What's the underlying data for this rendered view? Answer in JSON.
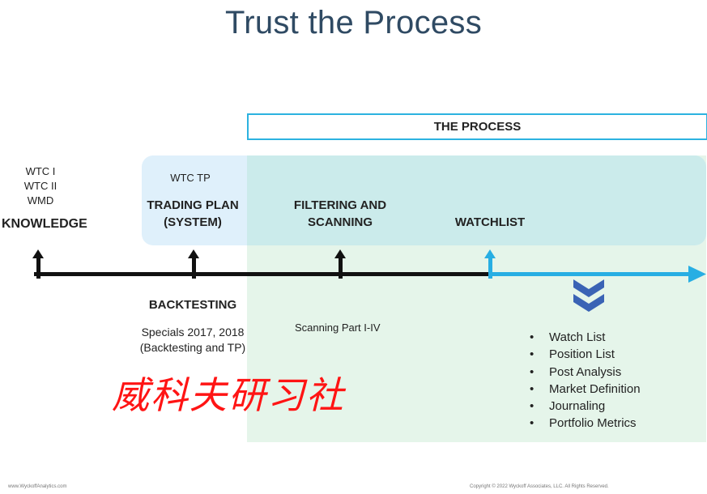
{
  "title": "Trust the Process",
  "process_header": "THE PROCESS",
  "knowledge": {
    "courses": [
      "WTC I",
      "WTC II",
      "WMD"
    ],
    "label": "KNOWLEDGE"
  },
  "trading_plan": {
    "course": "WTC TP",
    "label_line1": "TRADING PLAN",
    "label_line2": "(SYSTEM)"
  },
  "filtering": {
    "label_line1": "FILTERING AND",
    "label_line2": "SCANNING"
  },
  "watchlist": {
    "label": "WATCHLIST"
  },
  "backtesting": {
    "label": "BACKTESTING",
    "detail_line1": "Specials 2017, 2018",
    "detail_line2": "(Backtesting and TP)"
  },
  "scanning": {
    "detail": "Scanning Part I-IV"
  },
  "outputs": [
    "Watch List",
    "Position List",
    "Post Analysis",
    "Market Definition",
    "Journaling",
    "Portfolio Metrics"
  ],
  "watermark": "威科夫研习社",
  "footer": {
    "left": "www.WyckoffAnalytics.com",
    "right": "Copyright © 2022 Wyckoff Associates, LLC. All Rights Reserved."
  },
  "colors": {
    "title": "#2f4a63",
    "accent_blue": "#27aee3",
    "knowledge_box": "#dff0fb",
    "process_box": "#cbebeb",
    "process_area": "#e5f5ea",
    "chevron": "#3a63b5",
    "watermark": "#ff1414"
  }
}
